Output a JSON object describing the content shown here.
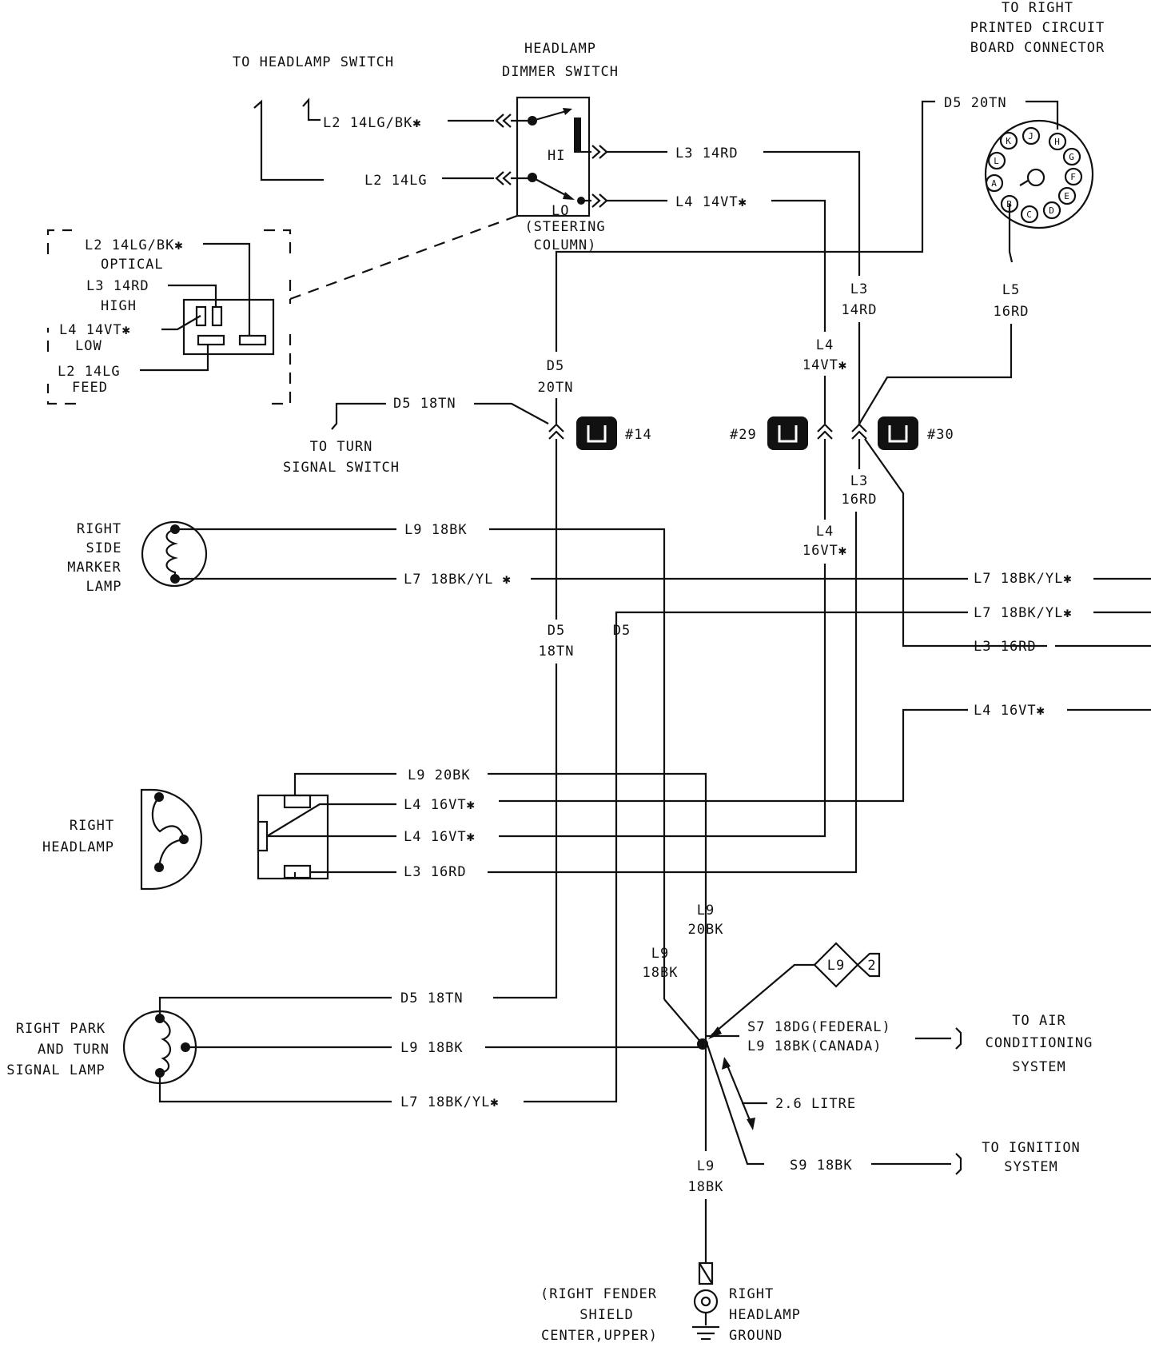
{
  "dimmer": {
    "title_1": "HEADLAMP",
    "title_2": "DIMMER SWITCH",
    "hi": "HI",
    "lo": "LO",
    "loc_1": "(STEERING",
    "loc_2": "COLUMN)"
  },
  "headlamp_switch": "TO HEADLAMP SWITCH",
  "pcb": {
    "line_1": "TO RIGHT",
    "line_2": "PRINTED CIRCUIT",
    "line_3": "BOARD CONNECTOR",
    "pins": [
      "H",
      "J",
      "K",
      "L",
      "A",
      "B",
      "C",
      "D",
      "E",
      "F",
      "G"
    ]
  },
  "wires": {
    "l2_14lgbk": "L2 14LG/BK✱",
    "l2_14lg": "L2 14LG",
    "l3_14rd": "L3 14RD",
    "l4_14vt": "L4 14VT✱",
    "d5_20tn": "D5 20TN",
    "l3_v1": "L3",
    "l3_v2": "14RD",
    "l5_v1": "L5",
    "l5_v2": "16RD",
    "d5_v1": "D5",
    "d5_v2": "20TN",
    "l4_v1": "L4",
    "l4_v2": "14VT✱",
    "d5_18tn": "D5 18TN",
    "l3b_v1": "L3",
    "l3b_v2": "16RD",
    "l4b_v1": "L4",
    "l4b_v2": "16VT✱",
    "d5b_v1": "D5",
    "d5b_v2": "18TN",
    "l9_18bk": "L9 18BK",
    "l7_18bkyl": "L7 18BK/YL ✱",
    "l7_r1": "L7 18BK/YL✱",
    "l7_r2": "L7 18BK/YL✱",
    "l3_r": "L3 16RD",
    "l4_r": "L4 16VT✱",
    "l9_20bk": "L9 20BK",
    "l4_16vt_a": "L4 16VT✱",
    "l4_16vt_b": "L4 16VT✱",
    "l3_16rd": "L3 16RD",
    "l9_v20_1": "L9",
    "l9_v20_2": "20BK",
    "l9_v18_1": "L9",
    "l9_v18_2": "18BK",
    "d5_18tn_b": "D5 18TN",
    "l9_18bk_b": "L9 18BK",
    "l7_18bkyl_b": "L7 18BK/YL✱",
    "s7": "S7 18DG(FEDERAL)",
    "l9_canada": "L9 18BK(CANADA)",
    "litre": "2.6 LITRE",
    "s9": "S9 18BK",
    "l9_gnd_1": "L9",
    "l9_gnd_2": "18BK"
  },
  "turn_switch": {
    "line_1": "TO TURN",
    "line_2": "SIGNAL SWITCH"
  },
  "connectors": {
    "c14": "#14",
    "c29": "#29",
    "c30": "#30"
  },
  "inset": {
    "l2bk": "L2 14LG/BK✱",
    "optical": "OPTICAL",
    "l3": "L3 14RD",
    "high": "HIGH",
    "l4": "L4 14VT✱",
    "low": "LOW",
    "l2": "L2 14LG",
    "feed": "FEED"
  },
  "marker": {
    "line_1": "RIGHT",
    "line_2": "SIDE",
    "line_3": "MARKER",
    "line_4": "LAMP"
  },
  "headlamp": {
    "line_1": "RIGHT",
    "line_2": "HEADLAMP"
  },
  "park": {
    "line_1": "RIGHT PARK",
    "line_2": "AND TURN",
    "line_3": "SIGNAL LAMP"
  },
  "splice": {
    "id": "L9",
    "num": "2"
  },
  "air": {
    "line_1": "TO AIR",
    "line_2": "CONDITIONING",
    "line_3": "SYSTEM"
  },
  "ignition": {
    "line_1": "TO IGNITION",
    "line_2": "SYSTEM"
  },
  "ground": {
    "loc_1": "(RIGHT FENDER",
    "loc_2": "SHIELD",
    "loc_3": "CENTER,UPPER)",
    "name_1": "RIGHT",
    "name_2": "HEADLAMP",
    "name_3": "GROUND"
  }
}
